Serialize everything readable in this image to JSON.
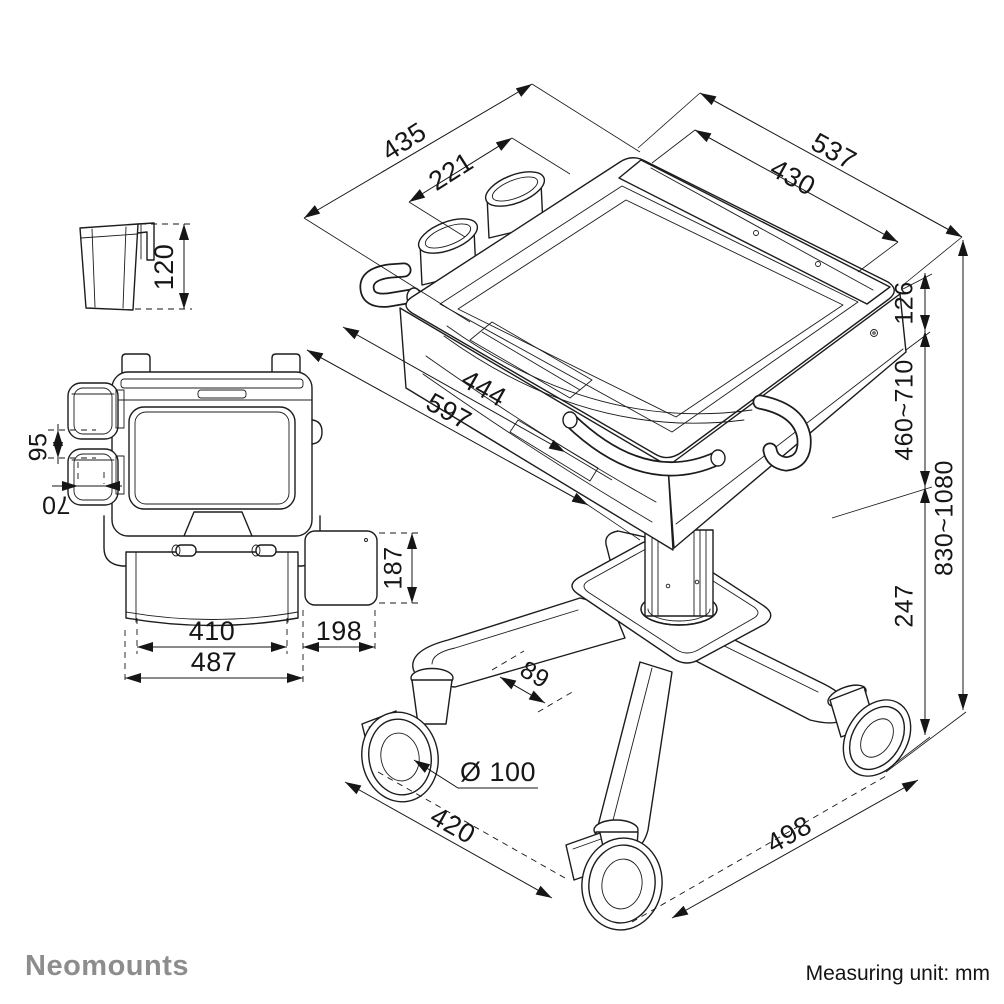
{
  "page": {
    "background": "#ffffff",
    "line_color": "#1c1c1c",
    "dim_color": "#161616",
    "brand_color": "#8d8d8d"
  },
  "footer": {
    "brand": "Neomounts",
    "unit_label": "Measuring unit: mm"
  },
  "dimensions": {
    "bin_height": "120",
    "top_depth": "435",
    "top_depth_rear": "221",
    "top_width": "537",
    "top_width_inner": "430",
    "worktop_height": "126",
    "lift_range": "460~710",
    "base_height": "247",
    "total_height": "830~1080",
    "surface_width": "444",
    "surface_depth": "597",
    "cup_pitch": "95",
    "cup_offset": "70",
    "pocket_height": "187",
    "front_inner_width": "410",
    "pocket_width": "198",
    "front_outer_width": "487",
    "arm_width": "89",
    "caster_diameter": "Ø 100",
    "base_depth": "420",
    "base_width": "498"
  }
}
